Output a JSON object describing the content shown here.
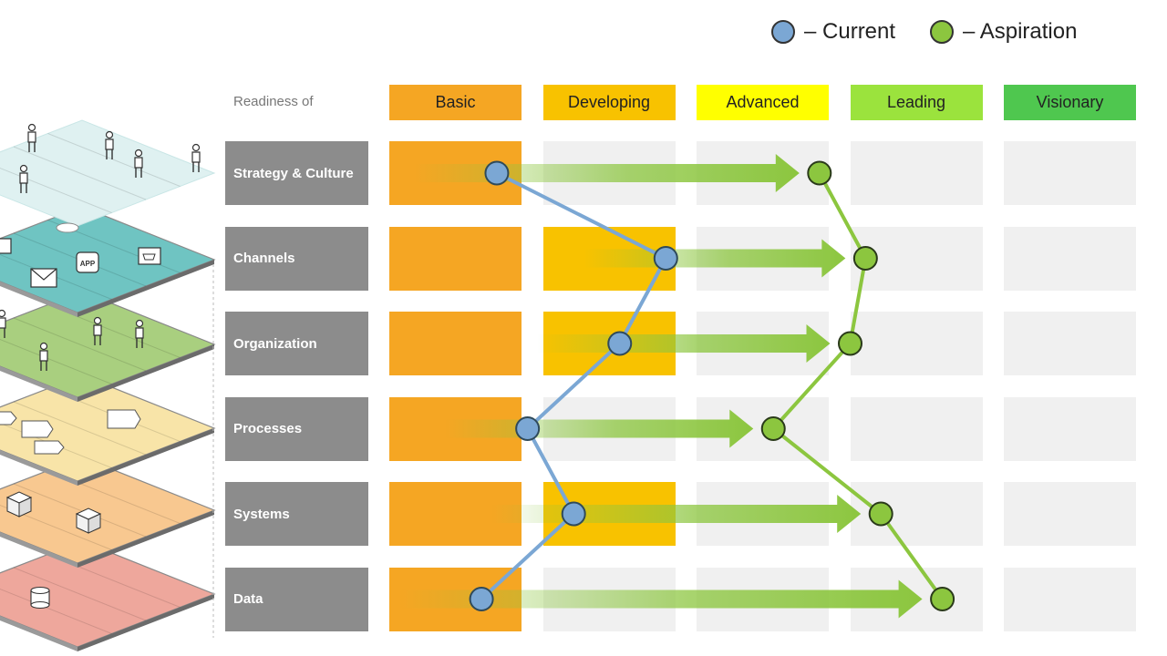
{
  "legend": {
    "current_label": "– Current",
    "aspiration_label": "– Aspiration",
    "current_color": "#7ba7d4",
    "aspiration_color": "#8cc63f"
  },
  "readiness_label": "Readiness of",
  "levels": [
    {
      "label": "Basic",
      "color": "#f5a623"
    },
    {
      "label": "Developing",
      "color": "#f8c200"
    },
    {
      "label": "Advanced",
      "color": "#ffff00"
    },
    {
      "label": "Leading",
      "color": "#9be33d"
    },
    {
      "label": "Visionary",
      "color": "#4fc74f"
    }
  ],
  "dimensions": [
    {
      "label": "Strategy & Culture",
      "current": 0.7,
      "aspiration": 2.8,
      "filled_levels": 1
    },
    {
      "label": "Channels",
      "current": 1.8,
      "aspiration": 3.1,
      "filled_levels": 2
    },
    {
      "label": "Organization",
      "current": 1.5,
      "aspiration": 3.0,
      "filled_levels": 2
    },
    {
      "label": "Processes",
      "current": 0.9,
      "aspiration": 2.5,
      "filled_levels": 1
    },
    {
      "label": "Systems",
      "current": 1.2,
      "aspiration": 3.2,
      "filled_levels": 2
    },
    {
      "label": "Data",
      "current": 0.6,
      "aspiration": 3.6,
      "filled_levels": 1
    }
  ],
  "colors": {
    "empty_cell": "#f0f0f0",
    "row_label_bg": "#8c8c8c",
    "current_line": "#7ba7d4",
    "aspiration_line": "#8cc63f",
    "arrow": "#8cc63f"
  },
  "illustration": {
    "layers": [
      {
        "name": "people",
        "color": "#dff1f1"
      },
      {
        "name": "channels",
        "color": "#6fc4c2"
      },
      {
        "name": "organization",
        "color": "#a9cf7f"
      },
      {
        "name": "processes",
        "color": "#f8e4a8"
      },
      {
        "name": "systems",
        "color": "#f8c890"
      },
      {
        "name": "data",
        "color": "#eea79c"
      }
    ],
    "channel_icons": [
      "envelope-icon",
      "app-icon",
      "cart-icon",
      "monitor-icon"
    ],
    "app_icon_text": "APP"
  }
}
